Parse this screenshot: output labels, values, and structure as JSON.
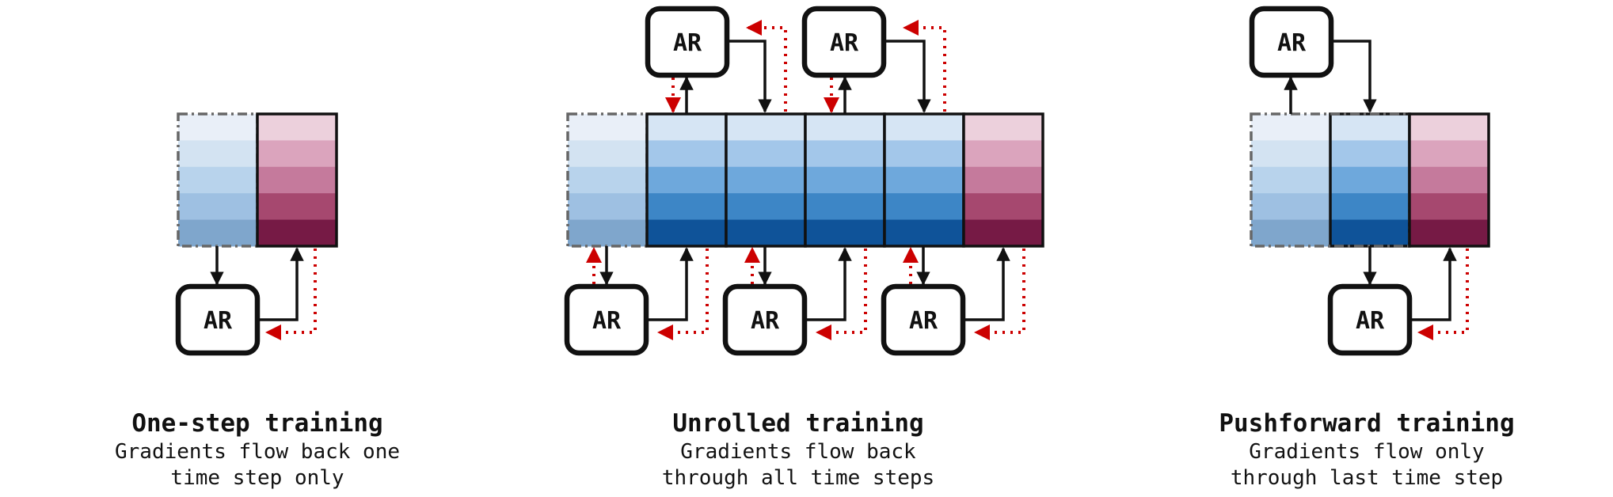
{
  "ar_label": "AR",
  "colors": {
    "frame": "#111111",
    "gradient_arrow": "#cc0000",
    "dashed_border": "#666666",
    "light_blue": [
      "#e9eff8",
      "#d3e3f2",
      "#b8d3ec",
      "#9ec0e2",
      "#7fa6cc"
    ],
    "blue": [
      "#d6e5f4",
      "#a3c7ea",
      "#6ea8dc",
      "#3d86c6",
      "#0f5399"
    ],
    "red": [
      "#ecd0dc",
      "#dba4bd",
      "#c57a9c",
      "#a6486f",
      "#761a45"
    ]
  },
  "panels": [
    {
      "title": "One-step training",
      "subtitle_line1": "Gradients flow back one",
      "subtitle_line2": "time step only"
    },
    {
      "title": "Unrolled training",
      "subtitle_line1": "Gradients flow back",
      "subtitle_line2": "through all time steps"
    },
    {
      "title": "Pushforward training",
      "subtitle_line1": "Gradients flow only",
      "subtitle_line2": "through last time step"
    }
  ]
}
